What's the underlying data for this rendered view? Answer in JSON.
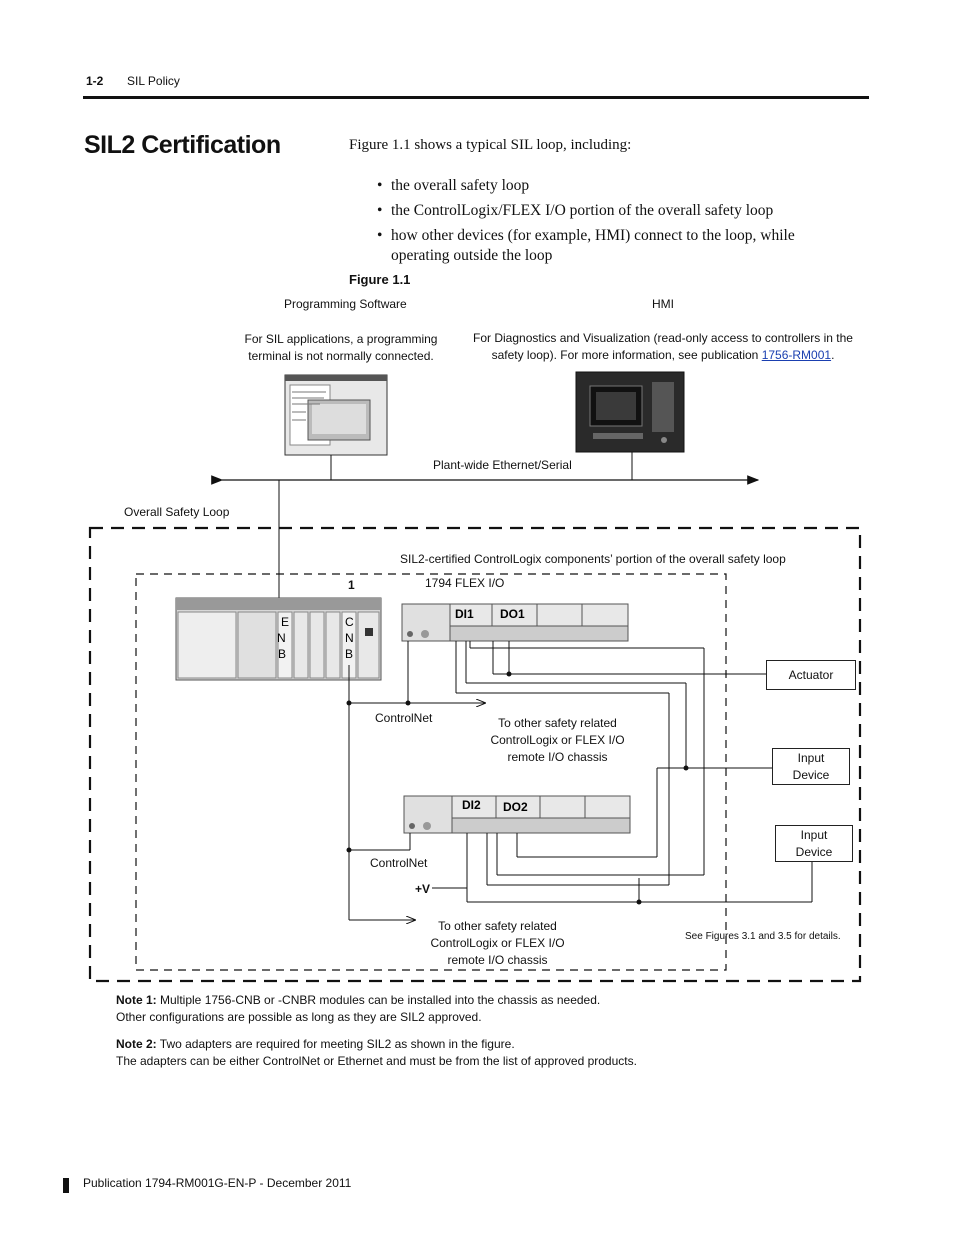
{
  "header": {
    "page_number": "1-2",
    "section": "SIL Policy"
  },
  "section_title": "SIL2 Certification",
  "intro": "Figure 1.1 shows a typical SIL loop, including:",
  "bullets": [
    "the overall safety loop",
    "the ControlLogix/FLEX I/O  portion of the overall safety loop",
    "how other devices (for example, HMI) connect to the loop, while operating outside the loop"
  ],
  "figure": {
    "label": "Figure 1.1",
    "programming_software": "Programming Software",
    "programming_note_1": "For SIL applications, a programming",
    "programming_note_2": "terminal is not normally connected.",
    "hmi": "HMI",
    "hmi_note_1": "For Diagnostics and Visualization (read-only access to controllers in the",
    "hmi_note_2": "safety loop). For more information, see publication ",
    "hmi_link": "1756-RM001",
    "hmi_note_end": ".",
    "network": "Plant-wide Ethernet/Serial",
    "overall_loop": "Overall Safety Loop",
    "sil2_portion": "SIL2-certified ControlLogix components’ portion of the overall safety loop",
    "marker_1": "1",
    "flex_io": "1794 FLEX I/O",
    "enb": [
      "E",
      "N",
      "B"
    ],
    "cnb": [
      "C",
      "N",
      "B"
    ],
    "di1": "DI1",
    "do1": "DO1",
    "di2": "DI2",
    "do2": "DO2",
    "actuator": "Actuator",
    "input_device_1": [
      "Input",
      "Device"
    ],
    "input_device_2": [
      "Input",
      "Device"
    ],
    "controlnet_1": "ControlNet",
    "controlnet_2": "ControlNet",
    "other_chassis_1": [
      "To other safety related",
      "ControlLogix or FLEX I/O",
      "remote I/O chassis"
    ],
    "other_chassis_2": [
      "To other safety related",
      "ControlLogix or FLEX I/O",
      "remote I/O chassis"
    ],
    "plus_v": "+V",
    "see_figures": "See Figures 3.1 and 3.5 for details."
  },
  "notes": [
    {
      "label": "Note 1:",
      "line1": " Multiple 1756-CNB or -CNBR modules can be installed into the chassis as needed.",
      "line2": "Other configurations are possible as long as they are SIL2 approved."
    },
    {
      "label": "Note 2:",
      "line1": " Two adapters are required for meeting SIL2 as shown in the figure.",
      "line2": "The adapters can be either ControlNet or Ethernet and must be from the list of approved products."
    }
  ],
  "footer": "Publication 1794-RM001G-EN-P - December 2011"
}
